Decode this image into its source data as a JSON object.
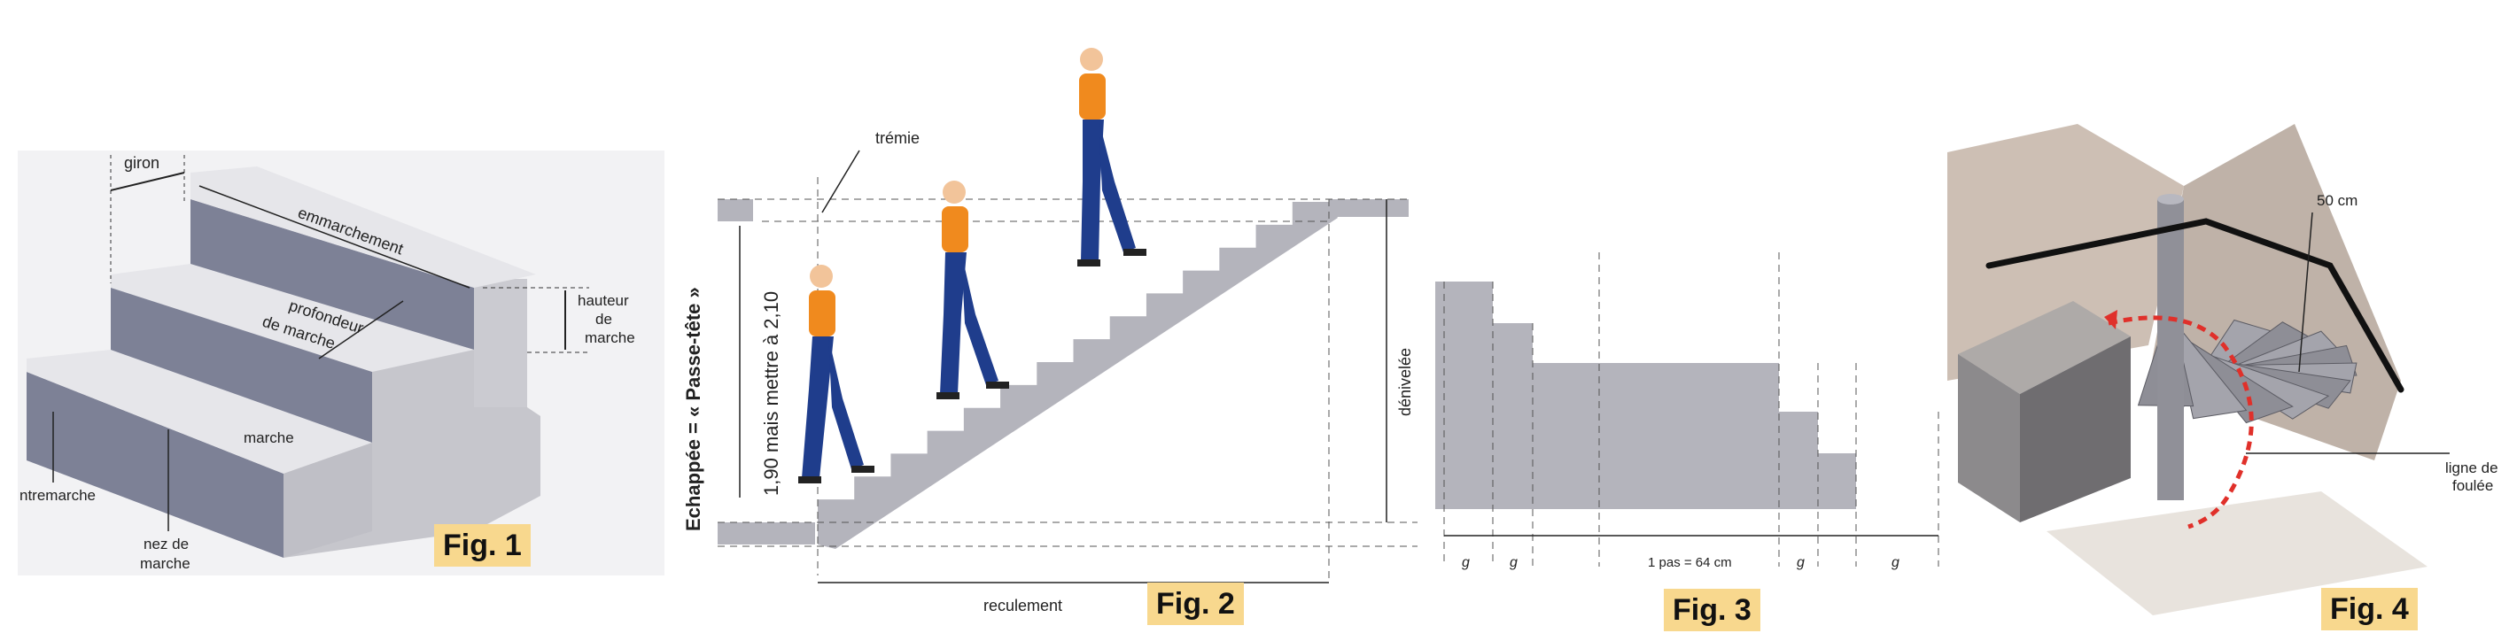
{
  "fig1": {
    "tag": "Fig. 1",
    "labels": {
      "giron": "giron",
      "emmarchement": "emmarchement",
      "profondeur1": "profondeur",
      "profondeur2": "de marche",
      "hauteur1": "hauteur",
      "hauteur2": "de",
      "hauteur3": "marche",
      "marche": "marche",
      "contremarche": "ntremarche",
      "nez1": "nez de",
      "nez2": "marche"
    }
  },
  "fig2": {
    "tag": "Fig. 2",
    "labels": {
      "tremie": "trémie",
      "echappee": "Echappée = « Passe-tête »",
      "hauteur_note": "1,90 mais mettre à 2,10",
      "denivelee": "dénivelée",
      "reculement": "reculement"
    }
  },
  "fig3": {
    "tag": "Fig. 3",
    "labels": {
      "g": "g",
      "pas": "1 pas = 64 cm"
    }
  },
  "fig4": {
    "tag": "Fig. 4",
    "labels": {
      "cm50": "50 cm",
      "ligne1": "ligne de",
      "ligne2": "foulée"
    }
  },
  "colors": {
    "concrete": "#b4b4bc",
    "riser": "#7d8196",
    "tread": "#e6e6ea",
    "shirt": "#f08a1e",
    "jeans": "#1f3d8c",
    "tag_bg": "#f8d88e",
    "path_red": "#e0302a"
  }
}
